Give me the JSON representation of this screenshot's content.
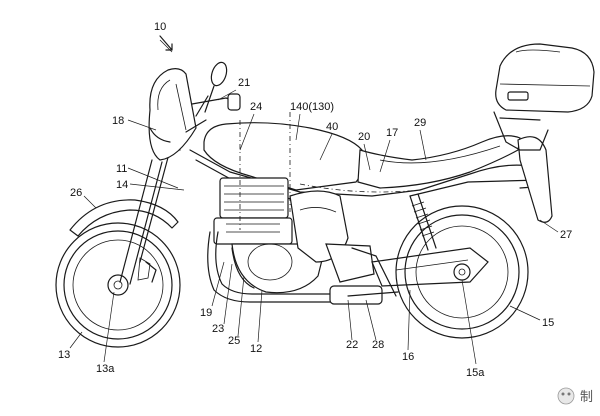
{
  "figure": {
    "labels": {
      "l10": "10",
      "l21": "21",
      "l24": "24",
      "l140": "140(130)",
      "l40": "40",
      "l20": "20",
      "l17": "17",
      "l29": "29",
      "l18": "18",
      "l11": "11",
      "l14": "14",
      "l26": "26",
      "l27": "27",
      "l19": "19",
      "l23": "23",
      "l25": "25",
      "l12": "12",
      "l22": "22",
      "l28": "28",
      "l16": "16",
      "l15": "15",
      "l15a": "15a",
      "l13": "13",
      "l13a": "13a"
    },
    "watermark_glyph": "制"
  }
}
